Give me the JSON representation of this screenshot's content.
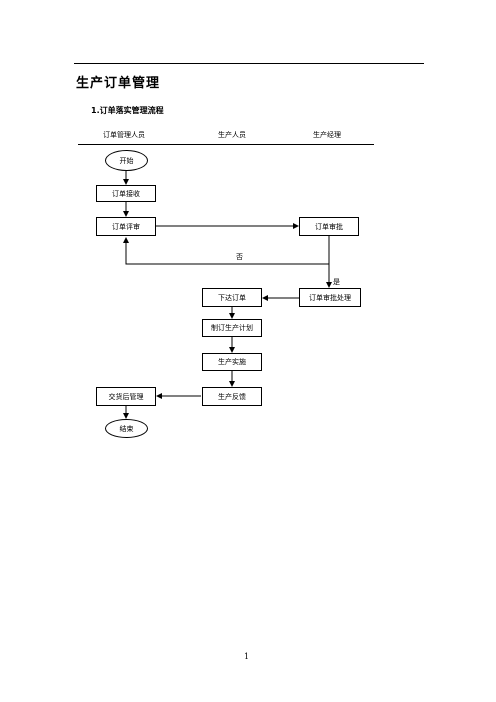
{
  "doc": {
    "title": "生产订单管理",
    "subtitle": "1.订单落实管理流程",
    "page_number": "1"
  },
  "flow": {
    "lanes": [
      "订单管理人员",
      "生产人员",
      "生产经理"
    ],
    "nodes": {
      "start": "开始",
      "receive": "订单接收",
      "review": "订单评审",
      "approve": "订单审批",
      "approve_proc": "订单审批处理",
      "issue": "下达订单",
      "plan": "制订生产计划",
      "implement": "生产实施",
      "feedback": "生产反馈",
      "after_delivery": "交货后管理",
      "end": "结束"
    },
    "edge_labels": {
      "no": "否",
      "yes": "是"
    }
  }
}
